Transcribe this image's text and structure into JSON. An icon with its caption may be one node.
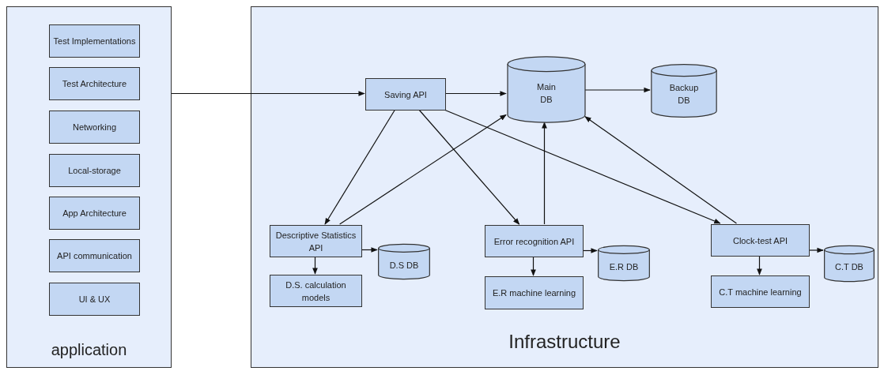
{
  "diagram": {
    "nodes": [
      {
        "text": [
          "application"
        ]
      },
      {
        "text": [
          "Test Implementations"
        ],
        "in": 0
      },
      {
        "text": [
          "Test Architecture"
        ],
        "in": 0
      },
      {
        "text": [
          "Networking"
        ],
        "in": 0
      },
      {
        "text": [
          "Local-storage"
        ],
        "in": 0
      },
      {
        "text": [
          "App Architecture"
        ],
        "in": 0
      },
      {
        "text": [
          "API communication"
        ],
        "in": 0
      },
      {
        "text": [
          "UI & UX"
        ],
        "in": 0
      },
      {
        "text": [
          "Infrastructure"
        ]
      },
      {
        "text": [
          "Saving API"
        ],
        "in": 8
      },
      {
        "text": [
          "Main DB"
        ],
        "in": 8
      },
      {
        "text": [
          "Backup DB"
        ],
        "in": 8
      },
      {
        "text": [
          "Descriptive Statistics API"
        ],
        "in": 8
      },
      {
        "text": [
          "D.S DB"
        ],
        "in": 8
      },
      {
        "text": [
          "D.S. calculation models"
        ],
        "in": 8
      },
      {
        "text": [
          "Error recognition API"
        ],
        "in": 8
      },
      {
        "text": [
          "E.R DB"
        ],
        "in": 8
      },
      {
        "text": [
          "E.R machine learning"
        ],
        "in": 8
      },
      {
        "text": [
          "Clock-test API"
        ],
        "in": 8
      },
      {
        "text": [
          "C.T DB"
        ],
        "in": 8
      },
      {
        "text": [
          "C.T machine learning"
        ],
        "in": 8
      }
    ],
    "edges": [
      {
        "from": 0,
        "to": 9,
        "arrow": "to"
      },
      {
        "from": 9,
        "to": 10,
        "arrow": "to"
      },
      {
        "from": 10,
        "to": 11,
        "arrow": "to"
      },
      {
        "from": 9,
        "to": 12,
        "arrow": "to"
      },
      {
        "from": 9,
        "to": 15,
        "arrow": "to"
      },
      {
        "from": 9,
        "to": 18,
        "arrow": "to"
      },
      {
        "from": 12,
        "to": 10,
        "arrow": "to"
      },
      {
        "from": 15,
        "to": 10,
        "arrow": "to"
      },
      {
        "from": 18,
        "to": 10,
        "arrow": "to"
      },
      {
        "from": 12,
        "to": 14,
        "arrow": "to"
      },
      {
        "from": 12,
        "to": 13,
        "arrow": "to"
      },
      {
        "from": 15,
        "to": 17,
        "arrow": "to"
      },
      {
        "from": 15,
        "to": 16,
        "arrow": "to"
      },
      {
        "from": 18,
        "to": 20,
        "arrow": "to"
      },
      {
        "from": 18,
        "to": 19,
        "arrow": "to"
      }
    ]
  }
}
